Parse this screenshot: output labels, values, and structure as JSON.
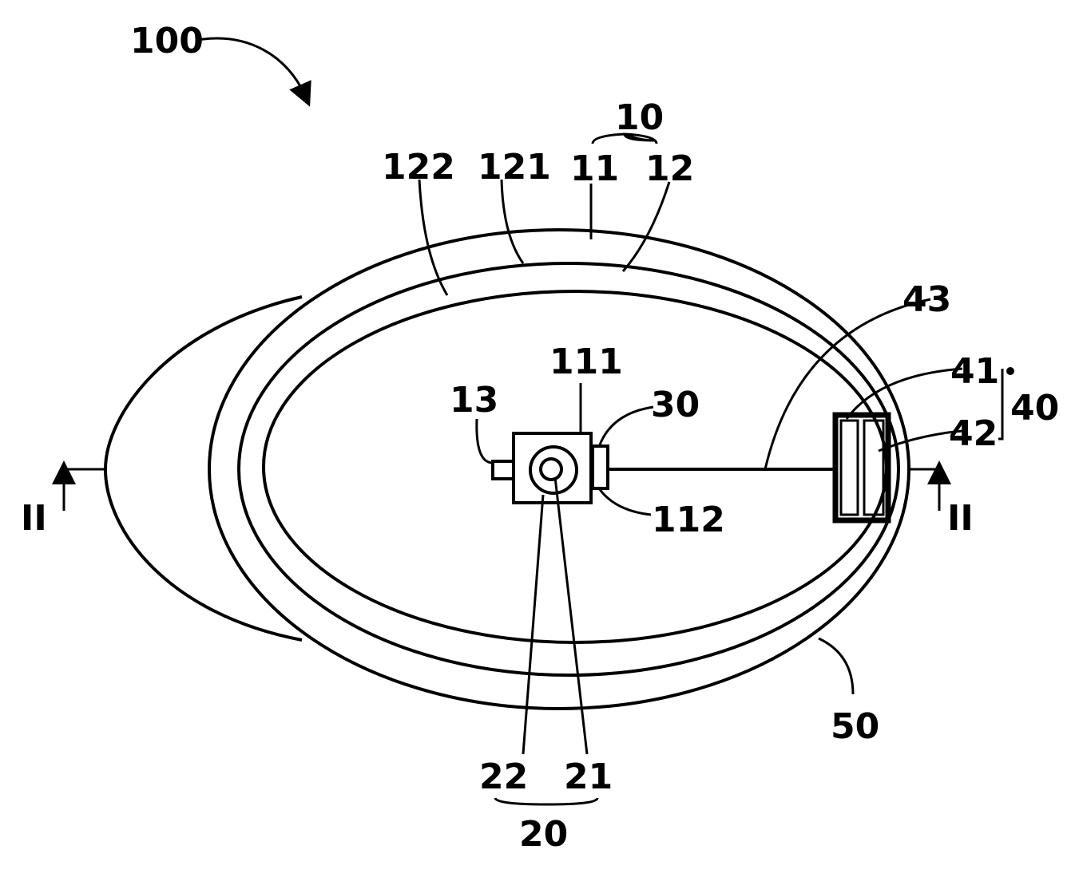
{
  "figure": {
    "labels": {
      "device": "100",
      "group_10": "10",
      "part_11": "11",
      "part_12": "12",
      "part_121": "121",
      "part_122": "122",
      "part_13": "13",
      "part_111": "111",
      "part_112": "112",
      "group_20": "20",
      "part_21": "21",
      "part_22": "22",
      "part_30": "30",
      "group_40": "40",
      "part_41": "41",
      "part_42": "42",
      "part_43": "43",
      "part_50": "50",
      "section_left": "II",
      "section_right": "II"
    }
  }
}
